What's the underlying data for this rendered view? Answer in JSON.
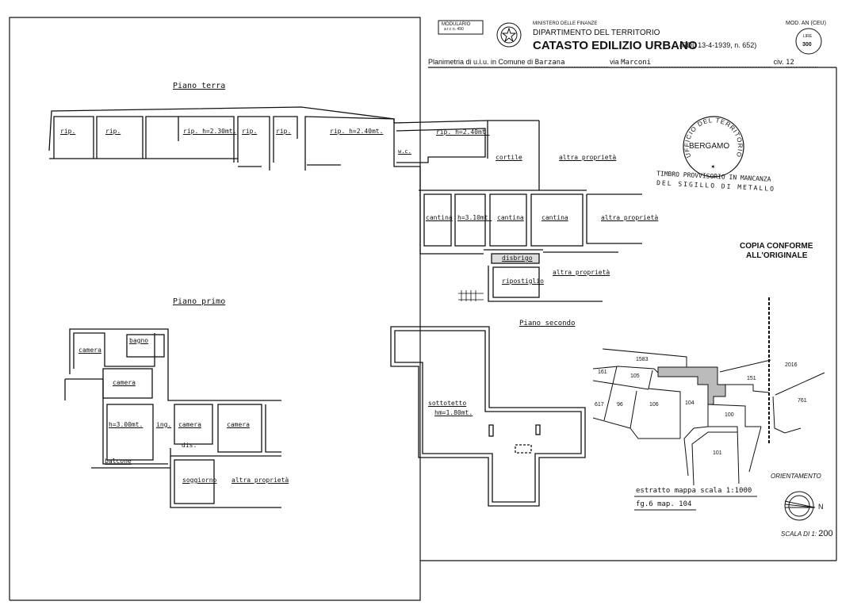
{
  "header": {
    "modulario": "MODULARIO",
    "modulario_code": "a r.c n. 490",
    "ministry": "MINISTERO DELLE FINANZE",
    "department": "DIPARTIMENTO DEL TERRITORIO",
    "title": "CATASTO EDILIZIO URBANO",
    "title_ref": "(RDL 13-4-1939, n. 652)",
    "mod": "MOD. AN (CEU)",
    "stamp_lire": "LIRE",
    "stamp_value": "300",
    "planimetria_label": "Planimetria di u.i.u. in Comune di",
    "comune": "Barzana",
    "via_label": "via",
    "via": "Marconi",
    "civ_label": "civ.",
    "civ": "12"
  },
  "ground_floor": {
    "title": "Piano terra",
    "rooms": [
      "rip.",
      "rip.",
      "rip. h=2.30mt.",
      "rip.",
      "rip.",
      "rip. h=2.40mt.",
      "w.c.",
      "rip. h=2.40mt.",
      "cortile",
      "altra proprietà",
      "cantina",
      "h=3.10mt.",
      "cantina",
      "cantina",
      "altra proprietà",
      "disbrigo",
      "ripostiglio",
      "altra proprietà"
    ]
  },
  "first_floor": {
    "title": "Piano primo",
    "rooms": [
      "camera",
      "bagno",
      "camera",
      "h=3.00mt.",
      "ing.",
      "camera",
      "camera",
      "dis.",
      "balcone",
      "soggiorno",
      "altra proprietà"
    ]
  },
  "second_floor": {
    "title": "Piano secondo",
    "room": "sottotetto",
    "height": "hm=1.80mt."
  },
  "seal": {
    "ring_text": "UFFICIO DEL TERRITORIO",
    "city": "BERGAMO",
    "line1": "TIMBRO PROVVISORIO IN MANCANZA",
    "line2": "DEL SIGILLO DI METALLO"
  },
  "copy_stamp": {
    "line1": "COPIA CONFORME",
    "line2": "ALL'ORIGINALE"
  },
  "map": {
    "parcels": [
      "1583",
      "161",
      "105",
      "617",
      "96",
      "106",
      "104",
      "151",
      "2016",
      "761",
      "100",
      "101"
    ],
    "caption1": "estratto mappa scala 1:1000",
    "caption2": "fg.6 map. 104",
    "orientation": "ORIENTAMENTO",
    "north": "N",
    "scale": "SCALA DI 1:",
    "scale_value": "200"
  }
}
